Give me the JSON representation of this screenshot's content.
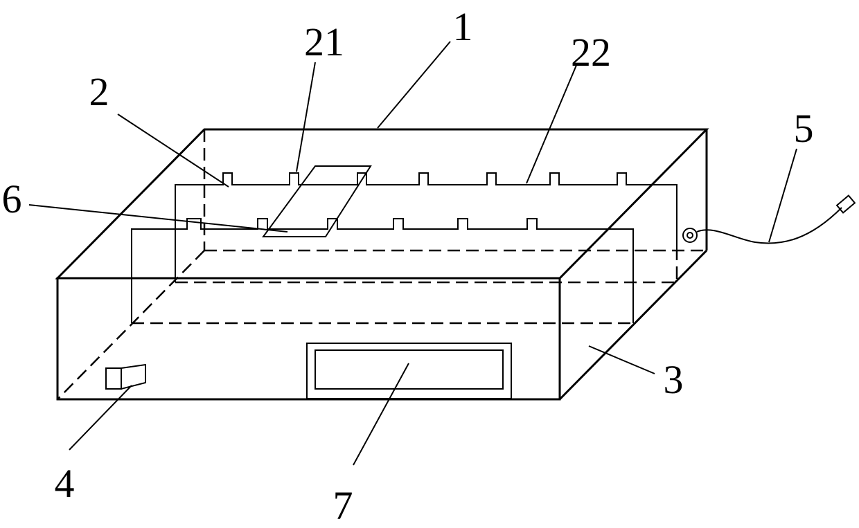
{
  "labels": {
    "l1": "1",
    "l2": "2",
    "l21": "21",
    "l22": "22",
    "l3": "3",
    "l4": "4",
    "l5": "5",
    "l6": "6",
    "l7": "7"
  }
}
